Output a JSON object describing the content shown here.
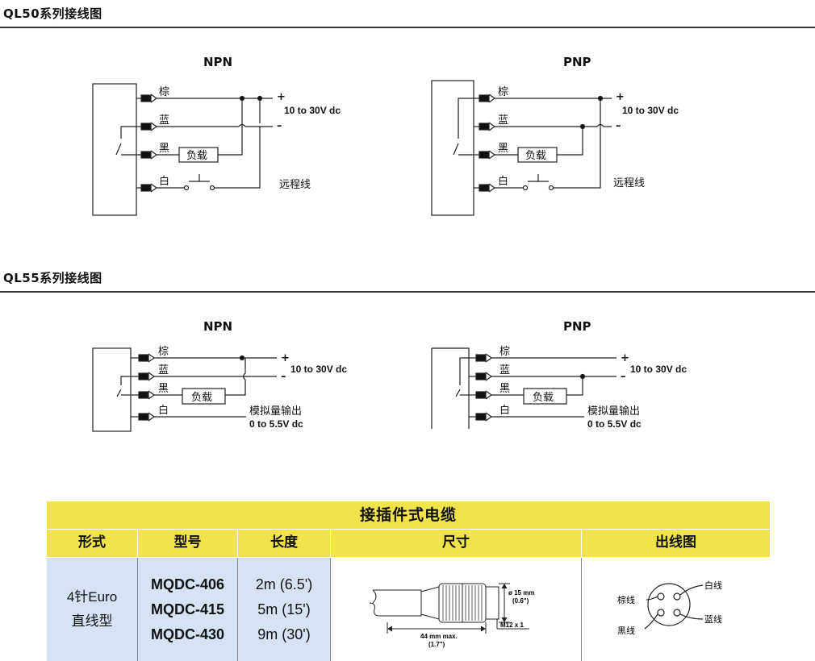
{
  "sections": [
    {
      "title": "QL50系列接线图",
      "diagrams": [
        {
          "type": "NPN",
          "wires": [
            "棕",
            "蓝",
            "黑",
            "白"
          ],
          "load": "负载",
          "plus": "+",
          "minus": "–",
          "voltage": "10 to 30V dc",
          "note": "远程线"
        },
        {
          "type": "PNP",
          "wires": [
            "棕",
            "蓝",
            "黑",
            "白"
          ],
          "load": "负载",
          "plus": "+",
          "minus": "–",
          "voltage": "10 to 30V dc",
          "note": "远程线"
        }
      ]
    },
    {
      "title": "QL55系列接线图",
      "diagrams": [
        {
          "type": "NPN",
          "wires": [
            "棕",
            "蓝",
            "黑",
            "白"
          ],
          "load": "负载",
          "plus": "+",
          "minus": "–",
          "voltage": "10 to 30V dc",
          "note": "模拟量输出",
          "note2": "0 to 5.5V dc"
        },
        {
          "type": "PNP",
          "wires": [
            "棕",
            "蓝",
            "黑",
            "白"
          ],
          "load": "负载",
          "plus": "+",
          "minus": "–",
          "voltage": "10 to 30V dc",
          "note": "模拟量输出",
          "note2": "0 to 5.5V dc"
        }
      ]
    }
  ],
  "cable_table": {
    "title": "接插件式电缆",
    "headers": [
      "形式",
      "型号",
      "长度",
      "尺寸",
      "出线图"
    ],
    "row": {
      "type_line1": "4针Euro",
      "type_line2": "直线型",
      "models": [
        "MQDC-406",
        "MQDC-415",
        "MQDC-430"
      ],
      "lengths": [
        "2m (6.5')",
        "5m (15')",
        "9m (30')"
      ],
      "dimensions": {
        "diameter": "ø 15 mm",
        "diameter_in": "(0.6\")",
        "length": "44 mm max.",
        "length_in": "(1.7\")",
        "thread": "M12 x 1"
      },
      "pinout": {
        "white": "白线",
        "brown": "棕线",
        "blue": "蓝线",
        "black": "黑线"
      }
    }
  },
  "colors": {
    "table_header": "#f2e24b",
    "table_cell": "#d5e3f5"
  }
}
